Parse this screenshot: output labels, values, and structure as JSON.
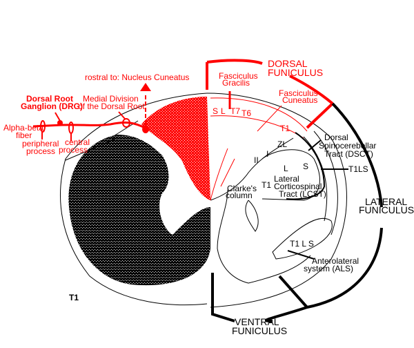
{
  "colors": {
    "accent": "#ff0000",
    "ink": "#000000"
  },
  "labels": {
    "rostral": "rostral to: Nucleus Cuneatus",
    "drg_line1": "Dorsal Root",
    "drg_line2": "Ganglion (DRG)",
    "medial_line1": "Medial Division",
    "medial_line2": "of the Dorsal Root",
    "alpha_line1": "Alpha-beta",
    "alpha_line2": "fiber",
    "peripheral_line1": "peripheral",
    "peripheral_line2": "process",
    "central_line1": "central",
    "central_line2": "process",
    "dorsal_funiculus_line1": "DORSAL",
    "dorsal_funiculus_line2": "FUNICULUS",
    "gracilis_line1": "Fasciculus",
    "gracilis_line2": "Gracilis",
    "cuneatus_line1": "Fasciculus",
    "cuneatus_line2": "Cuneatus",
    "s": "S",
    "l": "L",
    "t7": "T7",
    "t6": "T6",
    "t1_red": "T1",
    "dsct_line1": "Dorsal",
    "dsct_line2": "Spinocerebellar",
    "dsct_line3": "Tract (DSCT)",
    "t1ls": "T1LS",
    "zl": "ZL",
    "lamina_i": "I",
    "lamina_ii": "II",
    "lcst_l": "L",
    "lcst_s": "S",
    "t1_black": "T1",
    "lcst_line1": "Lateral",
    "lcst_line2": "Corticospinal",
    "lcst_line3": "Tract (LCST)",
    "clarke_line1": "Clarke's",
    "clarke_line2": "column",
    "lateral_funiculus_line1": "LATERAL",
    "lateral_funiculus_line2": "FUNICULUS",
    "als_tls": "T1 L S",
    "als_line1": "Anterolateral",
    "als_line2": "system (ALS)",
    "ventral_funiculus_line1": "VENTRAL",
    "ventral_funiculus_line2": "FUNICULUS",
    "segment": "T1"
  }
}
